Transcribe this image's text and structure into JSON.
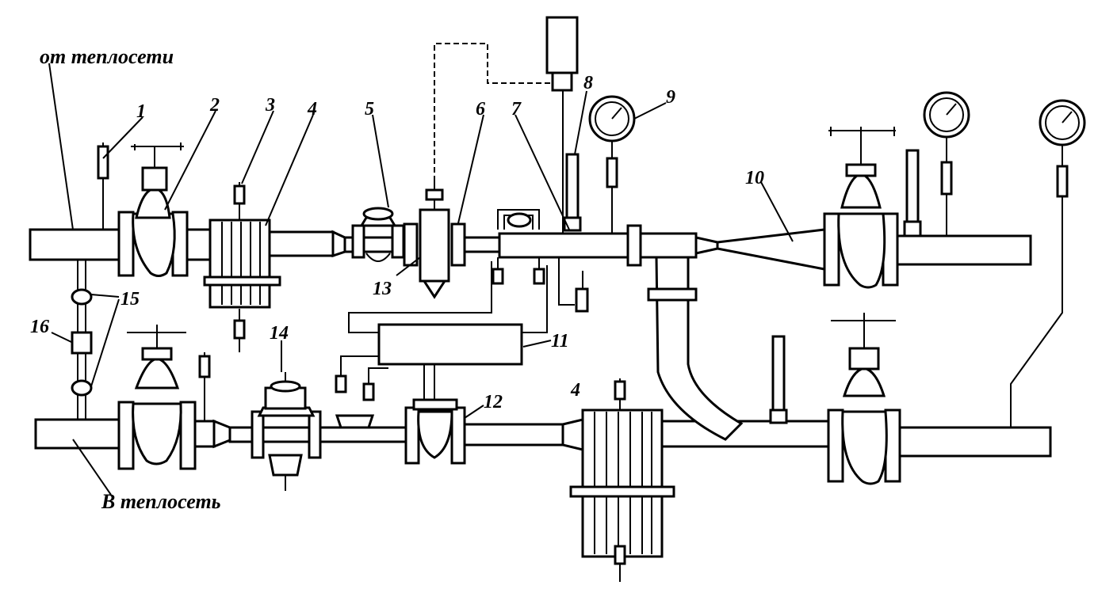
{
  "captions": {
    "inlet": "от теплосети",
    "outlet": "В теплосеть"
  },
  "labels": {
    "l1": "1",
    "l2": "2",
    "l3": "3",
    "l4a": "4",
    "l4b": "4",
    "l5": "5",
    "l6": "6",
    "l7": "7",
    "l8": "8",
    "l9": "9",
    "l10": "10",
    "l11": "11",
    "l12": "12",
    "l13": "13",
    "l14": "14",
    "l15": "15",
    "l16": "16"
  }
}
